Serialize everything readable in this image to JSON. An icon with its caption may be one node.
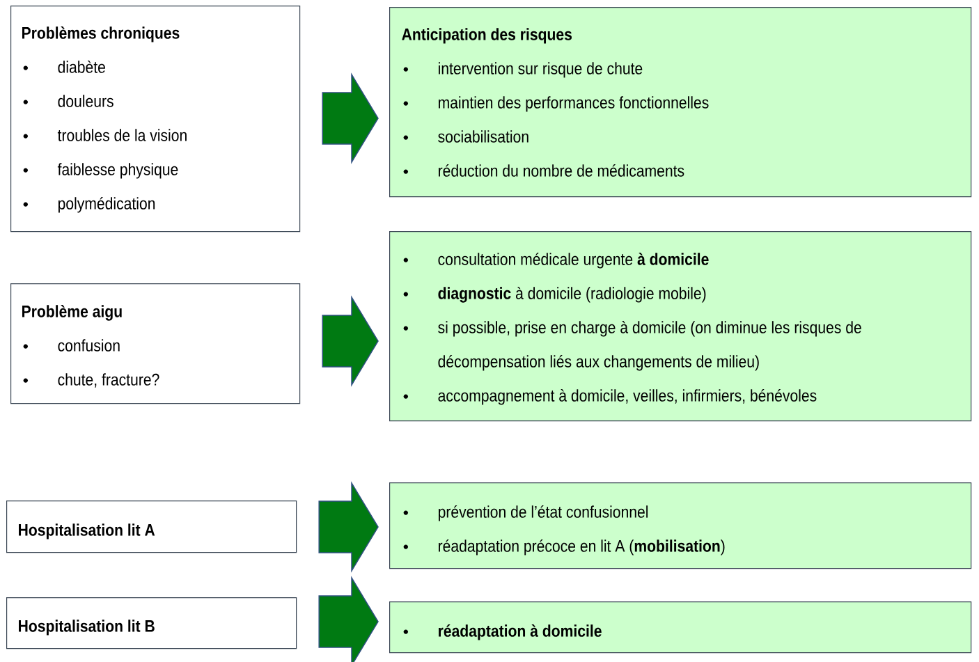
{
  "diagram": {
    "nodes": [
      {
        "text": [
          "Problèmes chroniques",
          "diabète",
          "douleurs",
          "troubles de la vision",
          "faiblesse physique",
          "polymédication"
        ]
      },
      {
        "text": [
          "Problème aigu",
          "confusion",
          "chute, fracture?"
        ]
      },
      {
        "text": [
          "Hospitalisation lit A"
        ]
      },
      {
        "text": [
          "Hospitalisation lit B"
        ]
      },
      {
        "text": [
          "Anticipation des risques",
          "intervention sur risque de chute",
          "maintien des performances fonctionnelles",
          "sociabilisation",
          "réduction du nombre de médicaments"
        ]
      },
      {
        "text": [
          "consultation médicale urgente **à domicile**",
          "**diagnostic** à domicile (radiologie mobile)",
          "si possible, prise en charge à domicile (on diminue les risques de décompensation liés aux changements de milieu)",
          "accompagnement à domicile, veilles, infirmiers, bénévoles"
        ]
      },
      {
        "text": [
          "prévention de l’état confusionnel",
          "réadaptation précoce en lit A (**mobilisation**)"
        ]
      },
      {
        "text": [
          "réadaptation à domicile"
        ]
      }
    ],
    "edges": [
      {
        "from": 0,
        "to": 4,
        "arrow": "to"
      },
      {
        "from": 1,
        "to": 5,
        "arrow": "to"
      },
      {
        "from": 2,
        "to": 6,
        "arrow": "to"
      },
      {
        "from": 3,
        "to": 7,
        "arrow": "to"
      }
    ]
  }
}
